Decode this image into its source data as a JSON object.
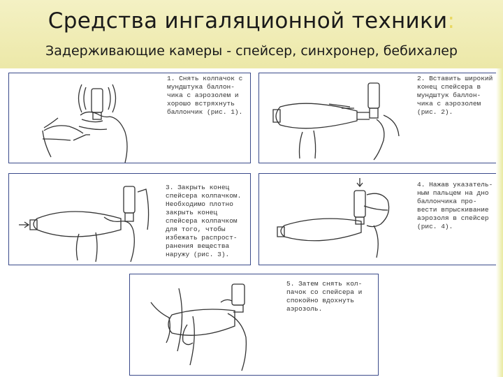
{
  "header": {
    "title": "Средства ингаляционной техники",
    "title_colon": ":",
    "subtitle": "Задерживающие камеры - спейсер, синхронер, бебихалер"
  },
  "steps": [
    "1. Снять колпачок с\nмундштука баллон-\nчика с аэрозолем и\nхорошо встряхнуть\nбаллончик (рис. 1).",
    "2. Вставить широкий\nконец спейсера в\nмундштук баллон-\nчика с аэрозолем\n(рис. 2).",
    "3. Закрыть конец\nспейсера колпачком.\nНеобходимо плотно\nзакрыть конец\nспейсера колпачком\nдля того, чтобы\nизбежать распрост-\nранения вещества\nнаружу (рис. 3).",
    "4. Нажав указатель-\nным пальцем на дно\nбаллончика про-\nвести впрыскивание\nаэрозоля в спейсер\n(рис. 4).",
    "5. Затем снять кол-\nпачок со спейсера и\nспокойно вдохнуть\nаэрозоль."
  ],
  "colors": {
    "header_bg": "#f0edb6",
    "panel_border": "#3a4a8a",
    "title_colon": "#e8d860"
  }
}
